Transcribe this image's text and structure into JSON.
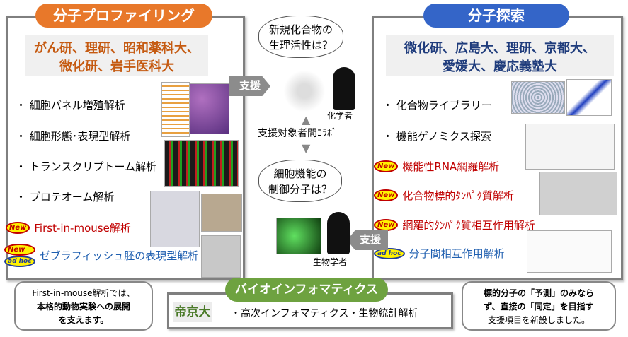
{
  "left": {
    "title": "分子プロファイリング",
    "orgs": [
      "がん研、理研、昭和薬科大、",
      "微化研、岩手医科大"
    ],
    "items": [
      "・ 細胞パネル増殖解析",
      "・ 細胞形態･表現型解析",
      "・ トランスクリプトーム解析",
      "・ プロテオーム解析"
    ],
    "new_items": [
      "First-in-mouse解析",
      "ゼブラフィッシュ胚の表現型解析"
    ]
  },
  "right": {
    "title": "分子探索",
    "orgs": [
      "微化研、広島大、理研、京都大、",
      "愛媛大、慶応義塾大"
    ],
    "items": [
      "・ 化合物ライブラリー",
      "・ 機能ゲノミクス探索"
    ],
    "new_items": [
      "機能性RNA網羅解析",
      "化合物標的ﾀﾝﾊﾟｸ質解析",
      "網羅的ﾀﾝﾊﾟｸ質相互作用解析",
      "分子間相互作用解析"
    ]
  },
  "badges": {
    "new": "New",
    "adhoc": "ad hoc"
  },
  "center": {
    "q1": [
      "新規化合物の",
      "生理活性は？"
    ],
    "q2": [
      "細胞機能の",
      "制御分子は？"
    ],
    "chemist": "化学者",
    "biologist": "生物学者",
    "collab": "支援対象者間ｺﾗﾎﾞ",
    "support": "支援"
  },
  "bottom": {
    "title": "バイオインフォマティクス",
    "org": "帝京大",
    "desc": "・高次インフォマティクス・生物統計解析"
  },
  "callout_left": [
    "First-in-mouse解析では、",
    "本格的動物実験への展開",
    "を支えます。"
  ],
  "callout_right": [
    "標的分子の「予測」のみなら",
    "ず、直接の「同定」を目指す",
    "支援項目を新設しました。"
  ],
  "colors": {
    "orange": "#e8782a",
    "blue": "#3465c8",
    "green": "#6ea240",
    "red": "#c00000",
    "navy": "#1f3c7c"
  }
}
